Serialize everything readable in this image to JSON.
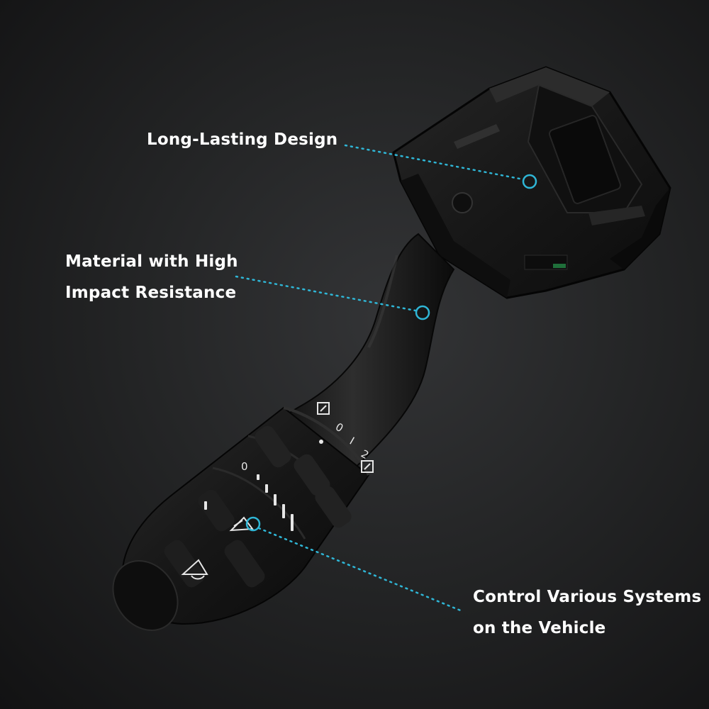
{
  "callouts": {
    "long_lasting": "Long-Lasting Design",
    "material_line1": "Material with High",
    "material_line2": "Impact Resistance",
    "control_line1": "Control Various Systems",
    "control_line2": "on the Vehicle"
  },
  "dial_labels": {
    "ring_zero": "0",
    "ring_one": "I",
    "ring_two": "2",
    "ring_left_zero": "0"
  },
  "colors": {
    "accent": "#2fb6d6",
    "text": "#ffffff",
    "background": "#232425",
    "plastic": "#151515",
    "marking": "#e6e6e6"
  },
  "icons": {
    "product": "turn-signal-wiper-switch-image",
    "washer": "windshield-washer-icon",
    "rear_wiper": "rear-wiper-icon"
  }
}
